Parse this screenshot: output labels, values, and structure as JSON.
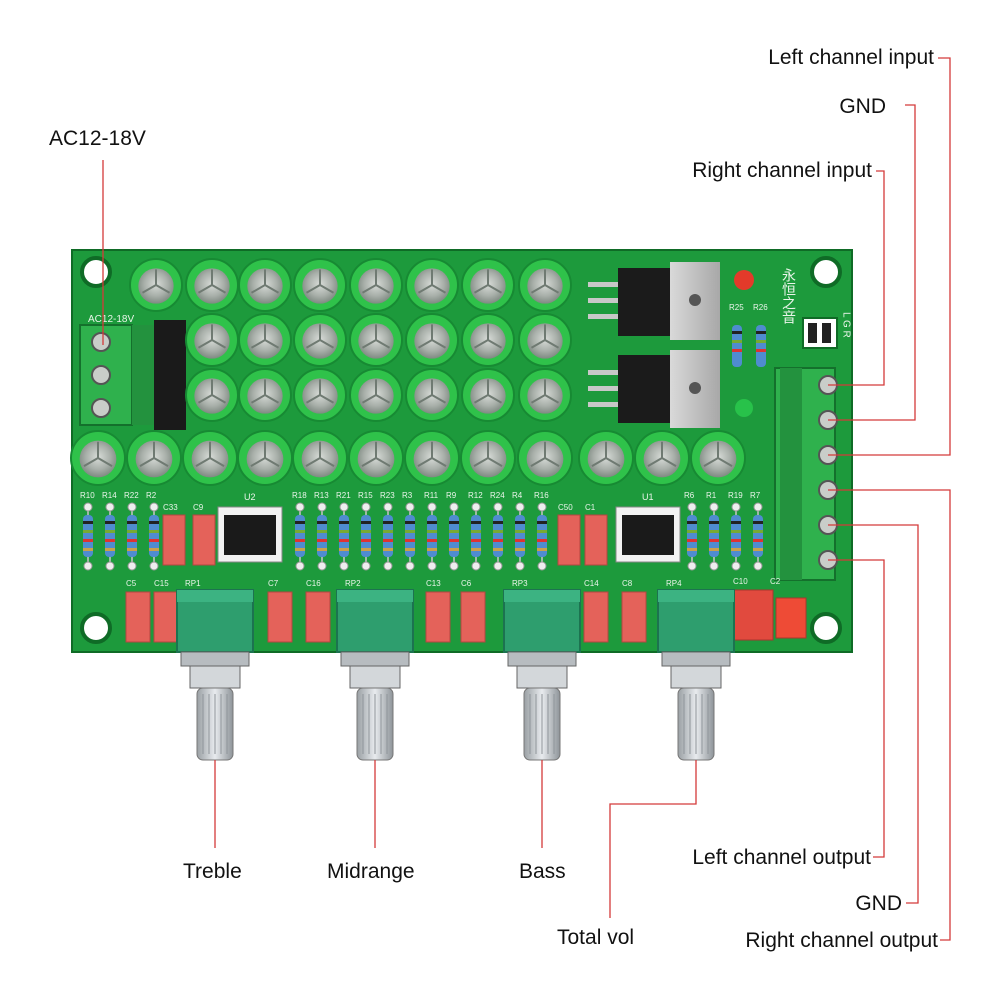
{
  "labels": {
    "power": "AC12-18V",
    "left_input": "Left channel input",
    "gnd_in": "GND",
    "right_input": "Right channel input",
    "treble": "Treble",
    "midrange": "Midrange",
    "bass": "Bass",
    "total_vol": "Total vol",
    "left_output": "Left channel output",
    "gnd_out": "GND",
    "right_output": "Right channel output"
  },
  "board": {
    "silk_power": "AC12-18V",
    "silk_brand": "永恒之音",
    "silk_lgr": "L G R",
    "pots": [
      "RP1",
      "RP2",
      "RP3",
      "RP4"
    ],
    "ics": [
      "U2",
      "U1"
    ],
    "resistors_left": [
      "R10",
      "R14",
      "R22",
      "R2"
    ],
    "resistors_mid": [
      "R18",
      "R13",
      "R21",
      "R15",
      "R23",
      "R3",
      "R11",
      "R9",
      "R12",
      "R24",
      "R4",
      "R16"
    ],
    "resistors_right": [
      "R6",
      "R1",
      "R19",
      "R7"
    ],
    "resistors_top": [
      "R25",
      "R26"
    ],
    "caps_top": [
      "C33",
      "C9",
      "C50",
      "C1"
    ],
    "caps_bottom": [
      "C5",
      "C15",
      "C7",
      "C16",
      "C13",
      "C6",
      "C14",
      "C8",
      "C10",
      "C2"
    ]
  },
  "colors": {
    "pcb": "#1d9a3c",
    "pcb_dark": "#147a2d",
    "capacitor": "#2fc24a",
    "pot_body": "#2e9e6e",
    "film_cap": "#e4625a",
    "leader_line": "#d43a3a"
  }
}
